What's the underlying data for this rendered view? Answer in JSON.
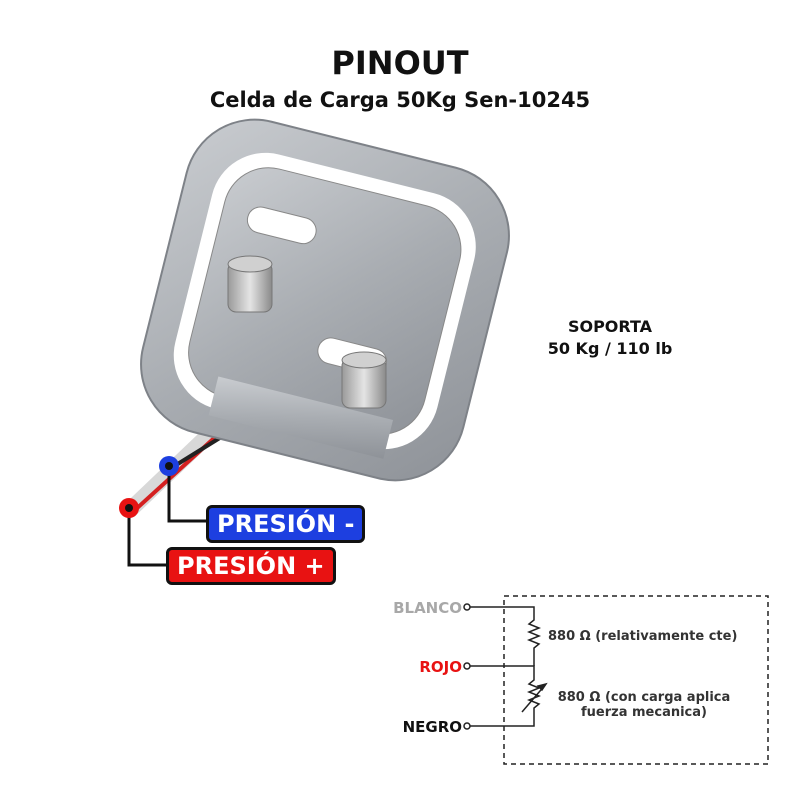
{
  "header": {
    "title": "PINOUT",
    "subtitle": "Celda de Carga 50Kg Sen-10245"
  },
  "capacity": {
    "line1": "SOPORTA",
    "line2": "50 Kg / 110 lb"
  },
  "pins": [
    {
      "label": "PRESIÓN -",
      "color": "#1d3fe0"
    },
    {
      "label": "PRESIÓN +",
      "color": "#e81212"
    }
  ],
  "schematic": {
    "wires": [
      {
        "label": "BLANCO",
        "color": "#a8a8a8"
      },
      {
        "label": "ROJO",
        "color": "#e81212"
      },
      {
        "label": "NEGRO",
        "color": "#111111"
      }
    ],
    "r1": "880 Ω (relativamente cte)",
    "r2_line1": "880 Ω (con carga aplica",
    "r2_line2": "fuerza mecanica)"
  }
}
